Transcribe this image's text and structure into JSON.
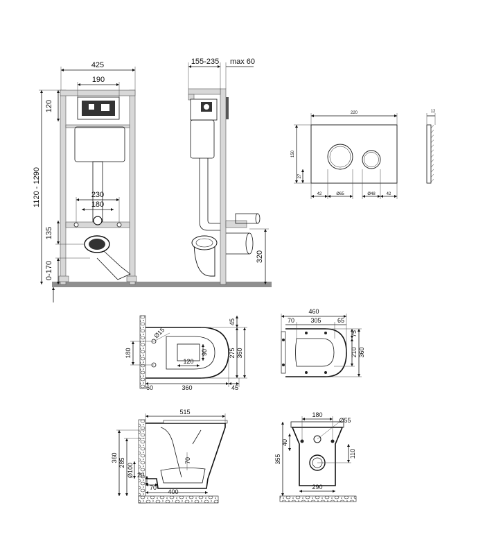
{
  "frame_front": {
    "width": "425",
    "inner_width": "190",
    "top_offset": "120",
    "height_range": "1120 - 1290",
    "outlet_spacing": "230",
    "stud_spacing": "180",
    "outlet_height": "135",
    "floor_adjust": "0-170"
  },
  "frame_side": {
    "depth_range": "155-235",
    "wall_max": "max 60",
    "drain_height": "320"
  },
  "flush_plate": {
    "width": "220",
    "height": "150",
    "thickness": "12",
    "button_offset_v": "27",
    "margin_left": "42",
    "button_large": "Ø65",
    "button_small": "Ø48",
    "margin_right": "42"
  },
  "bowl_top_view": {
    "top_gap": "45",
    "hole": "Ø15",
    "mount_spacing": "180",
    "depth_a": "275",
    "depth_b": "360",
    "inner_w": "120",
    "inner_h": "90",
    "length": "360",
    "tail": "45",
    "base": "60"
  },
  "seat_top_view": {
    "width": "460",
    "seg_a": "70",
    "seg_b": "305",
    "seg_c": "65",
    "hinge": "75",
    "depth_a": "210",
    "depth_b": "360"
  },
  "bowl_side_view": {
    "length": "515",
    "height": "360",
    "outlet_height": "285",
    "pipe": "Ø100",
    "drop": "70",
    "low": "20",
    "toe": "70",
    "base": "400"
  },
  "bowl_back_view": {
    "bolt_spacing": "180",
    "hole": "Ø55",
    "top": "40",
    "height": "355",
    "outlet": "110",
    "base": "290"
  }
}
